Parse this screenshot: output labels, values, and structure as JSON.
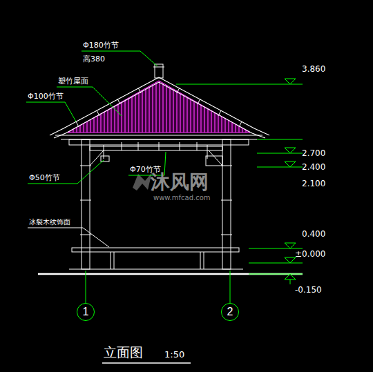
{
  "diagram": {
    "title": "立面图",
    "nodes": [
      {
        "text": [
          "1"
        ]
      },
      {
        "text": [
          "2"
        ]
      }
    ],
    "labels": [
      "Φ180竹节",
      "高380",
      "塑竹屋面",
      "Φ100竹节",
      "Φ50竹节",
      "Φ70竹节",
      "冰裂木纹饰面",
      "3.860",
      "2.700",
      "2.400",
      "2.100",
      "0.400",
      "±0.000",
      "-0.150",
      "1:50",
      "沐风网",
      "www.mfcad.com"
    ]
  }
}
